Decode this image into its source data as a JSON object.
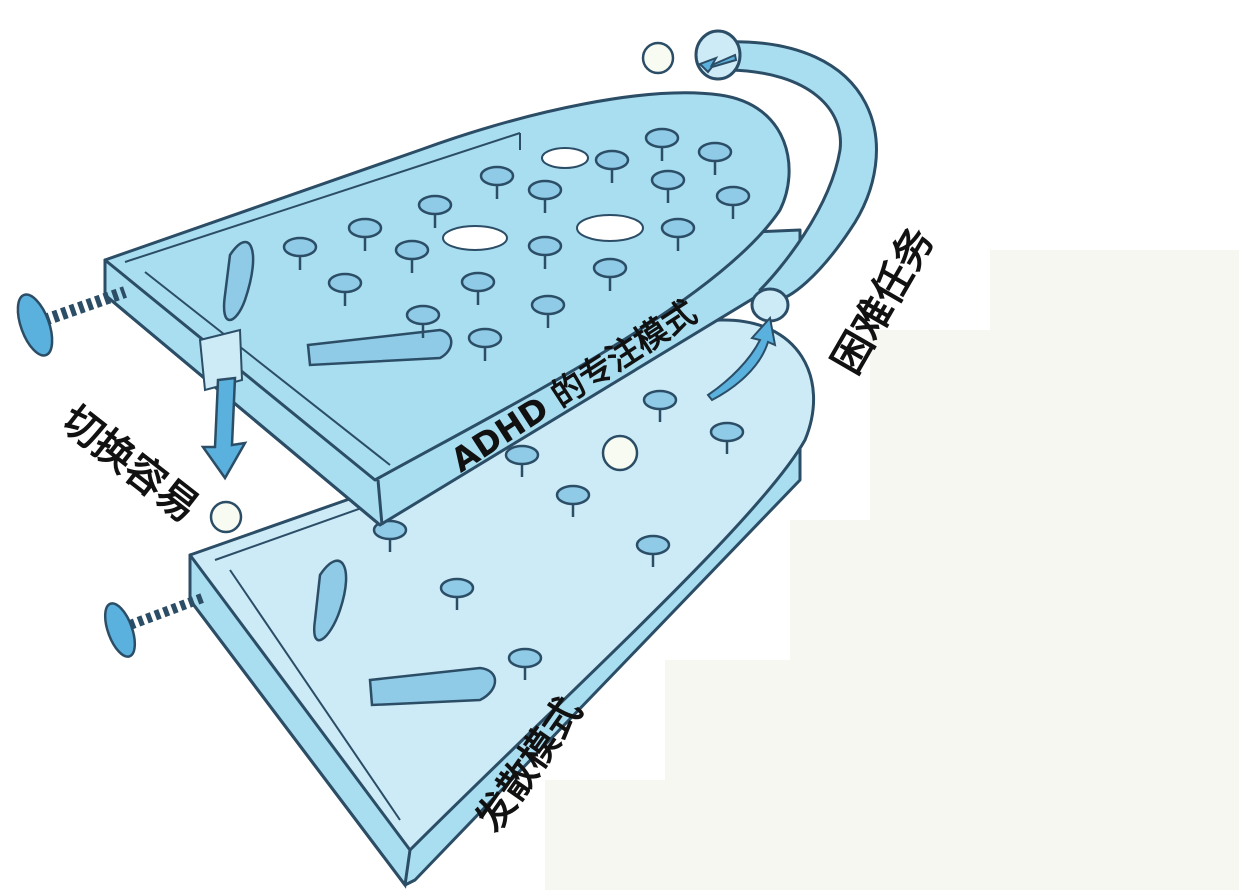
{
  "labels": {
    "switch_easily": "切换容易",
    "hard_task": "困难任务",
    "focused_mode": "ADHD 的专注模式",
    "diffuse_mode": "发散模式"
  },
  "colors": {
    "board_fill": "#a9ddf0",
    "board_light": "#cdebf6",
    "outline": "#2b4d66",
    "plunger": "#5bb1de",
    "ball": "#f7fbf2",
    "background_patch": "#f7f7f2"
  }
}
